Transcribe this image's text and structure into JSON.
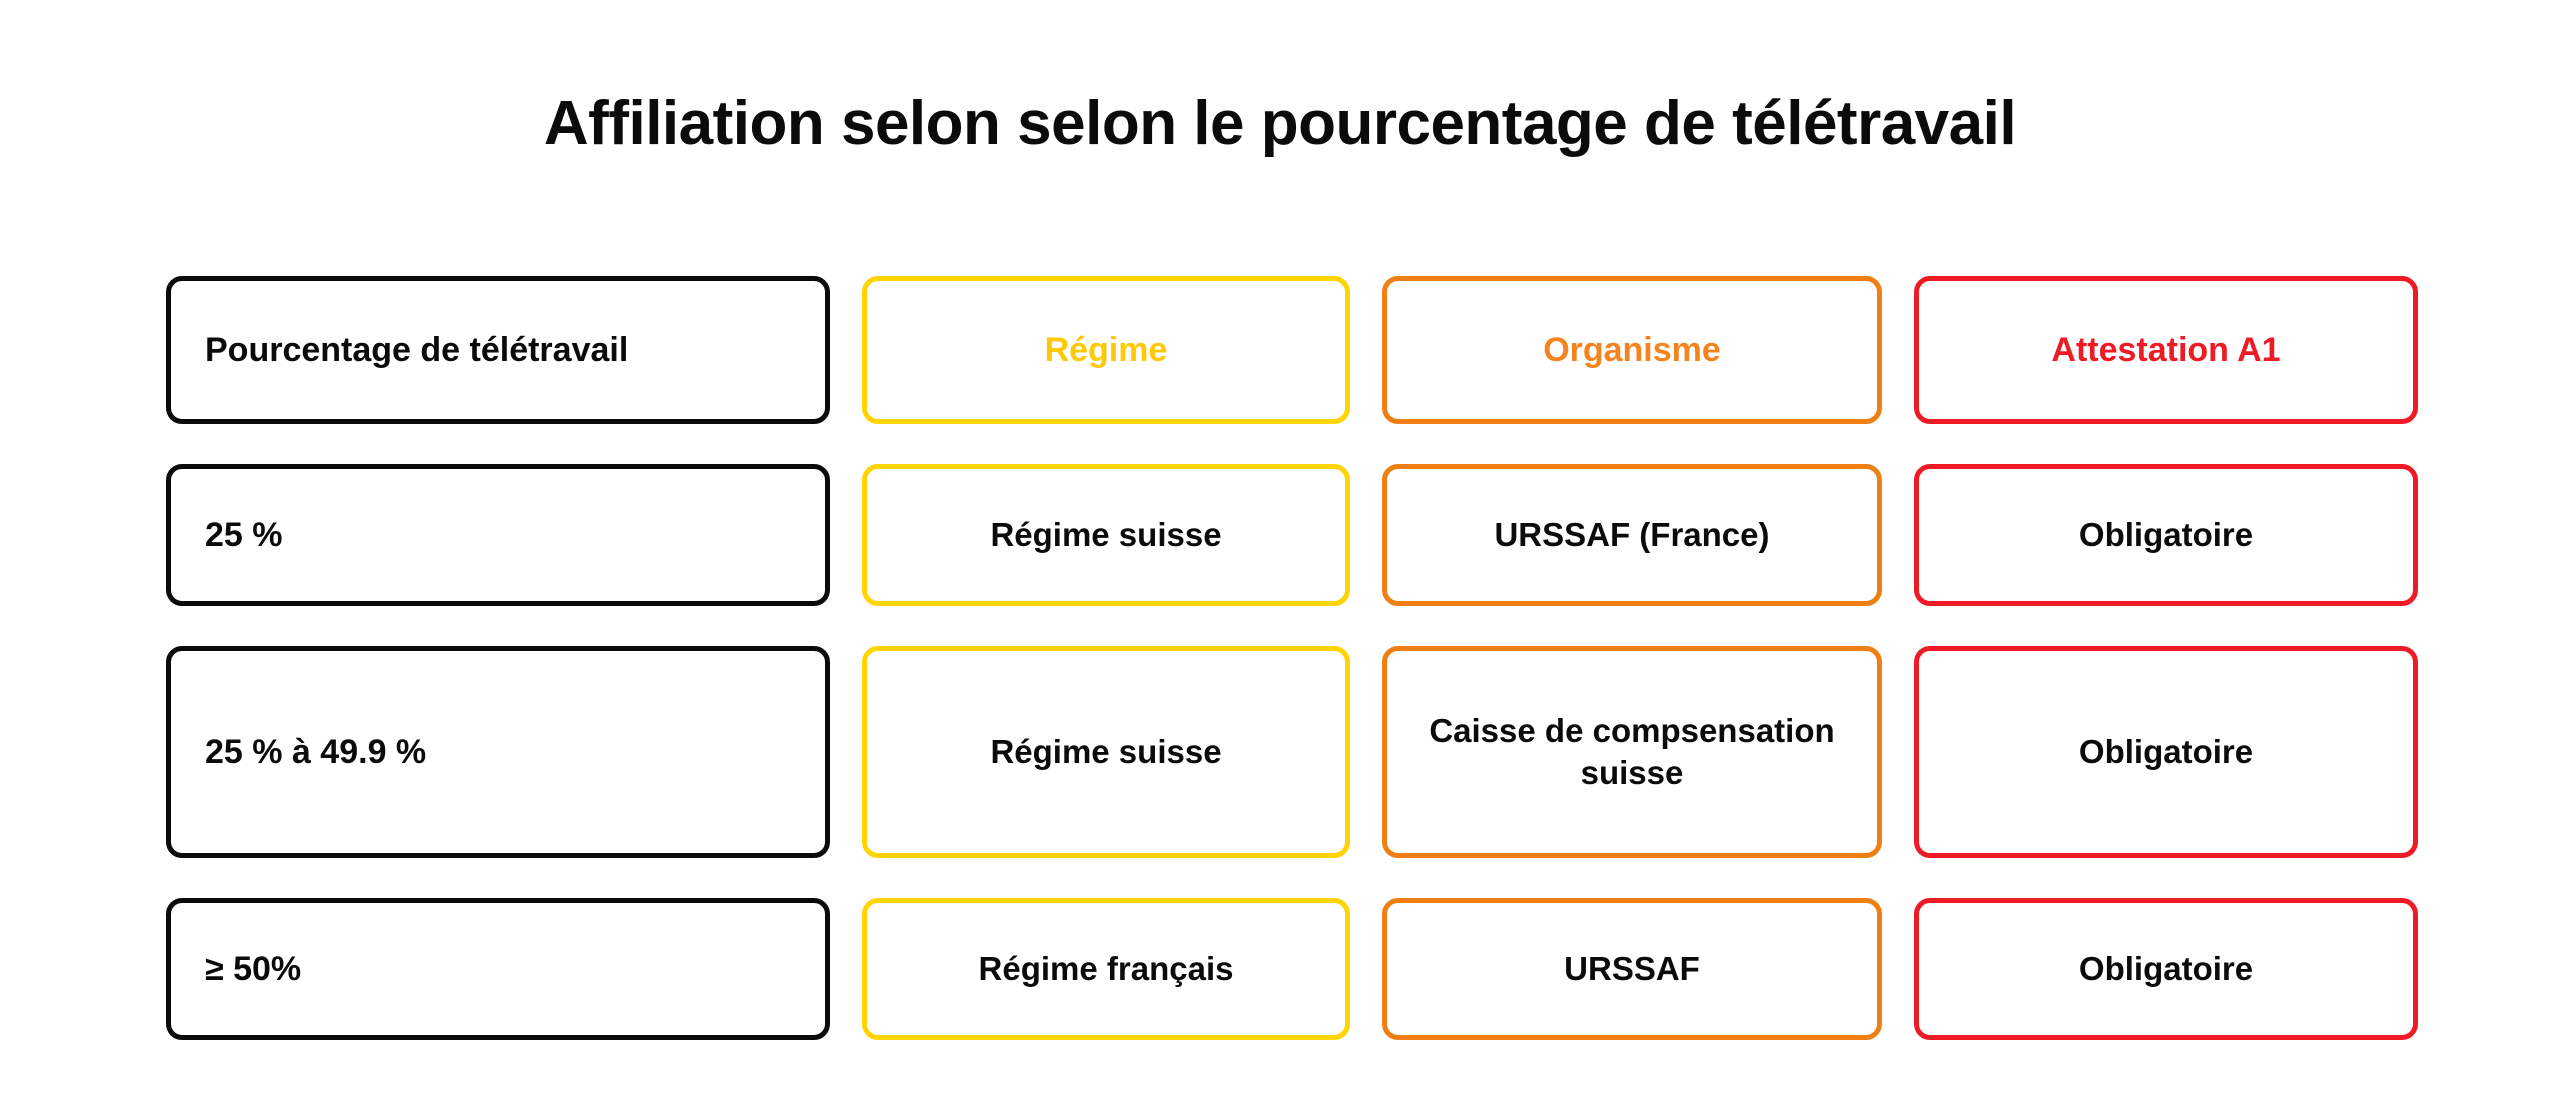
{
  "page": {
    "title": "Affiliation selon selon le pourcentage de télétravail",
    "background": "#ffffff"
  },
  "colors": {
    "column_1_border": "#0b0b0b",
    "column_2_border": "#FFD400",
    "column_3_border": "#F07F13",
    "column_4_border": "#EE1B24",
    "header_regime_text": "#FFC907",
    "header_organisme_text": "#F5841F",
    "header_attestation_text": "#EE1B24",
    "body_text": "#0b0b0b"
  },
  "chart_data": {
    "type": "table",
    "title": "Affiliation selon selon le pourcentage de télétravail",
    "columns": [
      "Pourcentage de télétravail",
      "Régime",
      "Organisme",
      "Attestation A1"
    ],
    "rows": [
      [
        "25 %",
        "Régime suisse",
        "URSSAF (France)",
        "Obligatoire"
      ],
      [
        "25 % à 49.9 %",
        "Régime suisse",
        "Caisse de compsensation suisse",
        "Obligatoire"
      ],
      [
        "≥ 50%",
        "Régime français",
        "URSSAF",
        "Obligatoire"
      ]
    ]
  },
  "table": {
    "header": {
      "c0": "Pourcentage de télétravail",
      "c1": "Régime",
      "c2": "Organisme",
      "c3": "Attestation A1"
    },
    "rows": [
      {
        "c0": "25 %",
        "c1": "Régime suisse",
        "c2": "URSSAF (France)",
        "c3": "Obligatoire"
      },
      {
        "c0": "25 % à 49.9 %",
        "c1": "Régime suisse",
        "c2": "Caisse de compsensation suisse",
        "c3": "Obligatoire"
      },
      {
        "c0": "≥ 50%",
        "c1": "Régime français",
        "c2": "URSSAF",
        "c3": "Obligatoire"
      }
    ]
  }
}
